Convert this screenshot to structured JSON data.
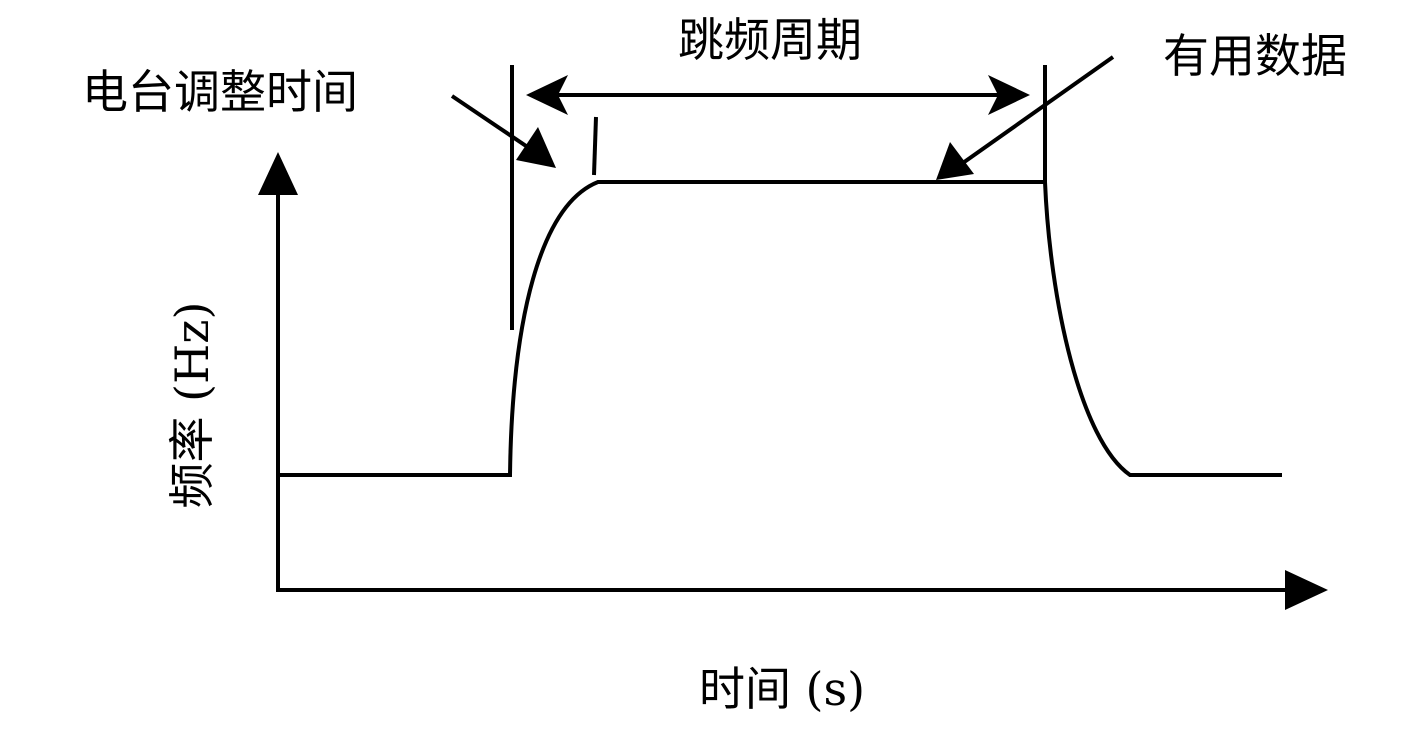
{
  "diagram": {
    "labels": {
      "hop_period": "跳频周期",
      "useful_data": "有用数据",
      "tuning_time": "电台调整时间"
    },
    "axes": {
      "x_label": "时间 (s)",
      "y_label": "频率 (Hz)"
    },
    "colors": {
      "stroke": "#000000",
      "background": "#ffffff"
    }
  }
}
